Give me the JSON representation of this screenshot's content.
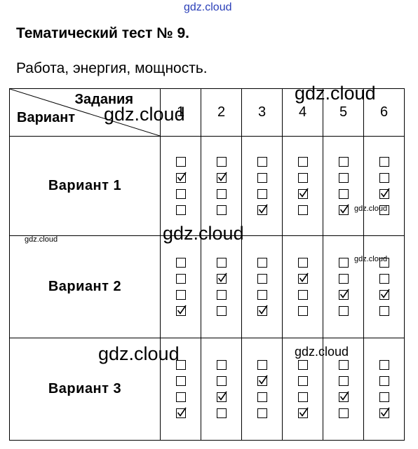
{
  "watermark": "gdz.cloud",
  "title": "Тематический тест № 9.",
  "subtitle": "Работа, энергия, мощность.",
  "table": {
    "corner_tasks_label": "Задания",
    "corner_variant_label": "Вариант",
    "tasks": [
      "1",
      "2",
      "3",
      "4",
      "5",
      "6"
    ],
    "rows": [
      {
        "label": "Вариант  1",
        "answers": [
          [
            false,
            true,
            false,
            false
          ],
          [
            false,
            true,
            false,
            false
          ],
          [
            false,
            false,
            false,
            true
          ],
          [
            false,
            false,
            true,
            false
          ],
          [
            false,
            false,
            false,
            true
          ],
          [
            false,
            false,
            true,
            false
          ]
        ]
      },
      {
        "label": "Вариант  2",
        "answers": [
          [
            false,
            false,
            false,
            true
          ],
          [
            false,
            true,
            false,
            false
          ],
          [
            false,
            false,
            false,
            true
          ],
          [
            false,
            true,
            false,
            false
          ],
          [
            false,
            false,
            true,
            false
          ],
          [
            false,
            false,
            true,
            false
          ]
        ]
      },
      {
        "label": "Вариант  3",
        "answers": [
          [
            false,
            false,
            false,
            true
          ],
          [
            false,
            false,
            true,
            false
          ],
          [
            false,
            true,
            false,
            false
          ],
          [
            false,
            false,
            false,
            true
          ],
          [
            false,
            false,
            true,
            false
          ],
          [
            false,
            false,
            false,
            true
          ]
        ]
      }
    ]
  }
}
